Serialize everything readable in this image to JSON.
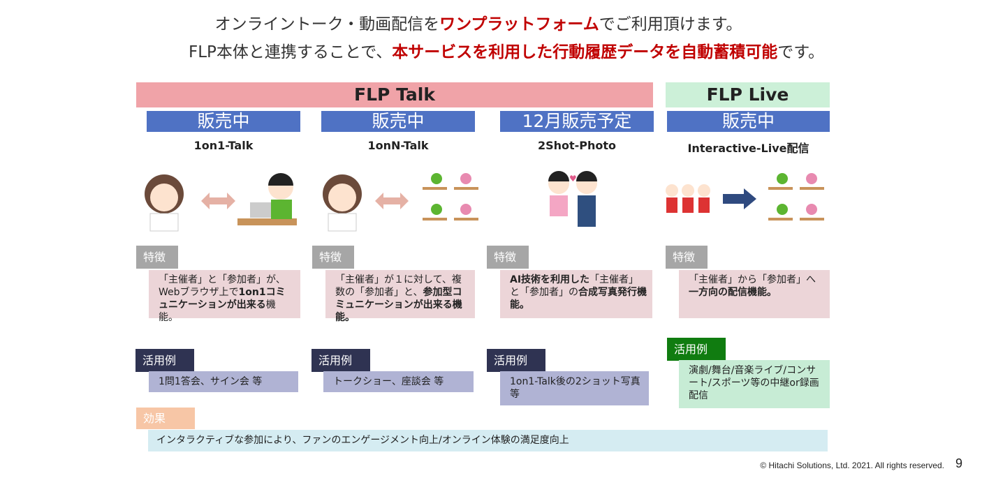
{
  "header": {
    "line1_pre": "オンライントーク・動画配信を",
    "line1_em": "ワンプラットフォーム",
    "line1_post": "でご利用頂けます。",
    "line2_pre": "FLP本体と連携することで、",
    "line2_em": "本サービスを利用した行動履歴データを自動蓄積可能",
    "line2_post": "です。"
  },
  "groups": {
    "talk": "FLP Talk",
    "live": "FLP Live"
  },
  "columns": [
    {
      "status": "販売中",
      "name": "1on1-Talk",
      "feature_label": "特徴",
      "feature": [
        [
          "「主催者」と「参加者」が、Webブラウザ上で",
          false
        ],
        [
          "1on1コミュニケーションが出来る",
          true
        ],
        [
          "機能。",
          false
        ]
      ],
      "example_label": "活用例",
      "example": "1問1答会、サイン会 等"
    },
    {
      "status": "販売中",
      "name": "1onN-Talk",
      "feature_label": "特徴",
      "feature": [
        [
          "「主催者」が１に対して、複数の「参加者」と、",
          false
        ],
        [
          "参加型コミュニケーションが出来る機能。",
          true
        ]
      ],
      "example_label": "活用例",
      "example": "トークショー、座談会 等"
    },
    {
      "status": "12月販売予定",
      "name": "2Shot-Photo",
      "feature_label": "特徴",
      "feature": [
        [
          "AI技術を利用した",
          true
        ],
        [
          "「主催者」と「参加者」の",
          false
        ],
        [
          "合成写真発行機能。",
          true
        ]
      ],
      "example_label": "活用例",
      "example": "1on1-Talk後の2ショット写真 等"
    },
    {
      "status": "販売中",
      "name": "Interactive-Live配信",
      "feature_label": "特徴",
      "feature": [
        [
          "「主催者」から「参加者」へ",
          false
        ],
        [
          "一方向の配信機能。",
          true
        ]
      ],
      "example_label": "活用例",
      "example": "演劇/舞台/音楽ライブ/コンサート/スポーツ等の中継or録画配信"
    }
  ],
  "effect": {
    "label": "効果",
    "text": "インタラクティブな参加により、ファンのエンゲージメント向上/オンライン体験の満足度向上"
  },
  "footer": {
    "copyright": "© Hitachi Solutions, Ltd. 2021. All rights reserved.",
    "page": "9"
  }
}
